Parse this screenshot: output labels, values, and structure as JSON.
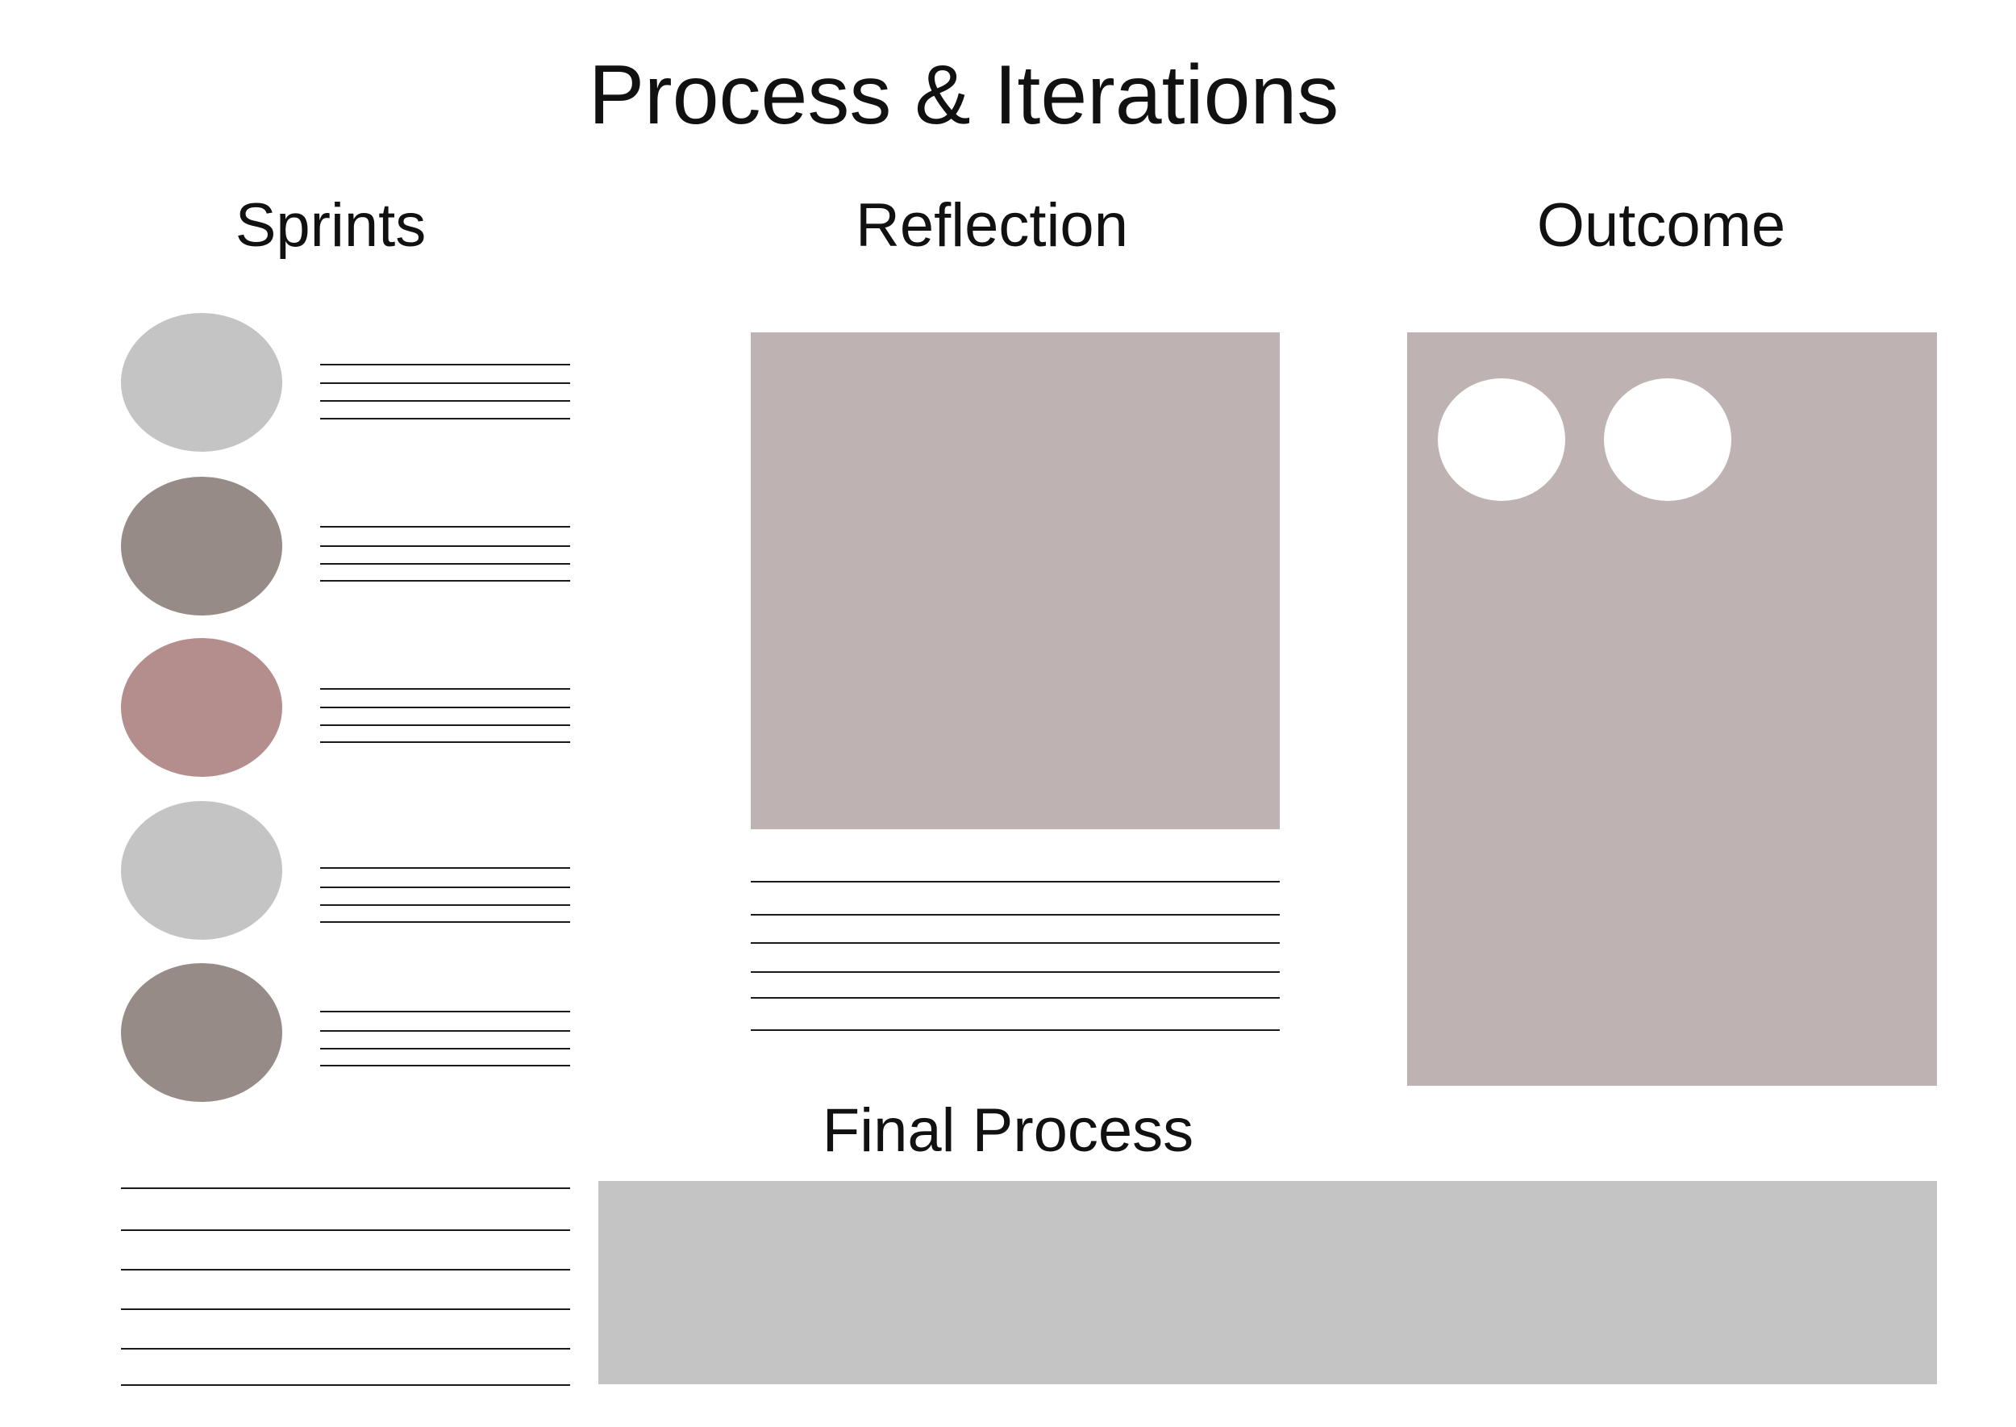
{
  "title": "Process & Iterations",
  "sections": {
    "sprints": "Sprints",
    "reflection": "Reflection",
    "outcome": "Outcome",
    "final_process": "Final Process"
  },
  "colors": {
    "light_gray": "#c4c4c4",
    "taupe": "#978b88",
    "rose": "#b48e8c",
    "panel_mauve": "#beb3b2",
    "white": "#ffffff"
  },
  "sprint_circles": [
    "#c4c4c4",
    "#978b88",
    "#b48e8c",
    "#c4c4c4",
    "#978b88"
  ]
}
